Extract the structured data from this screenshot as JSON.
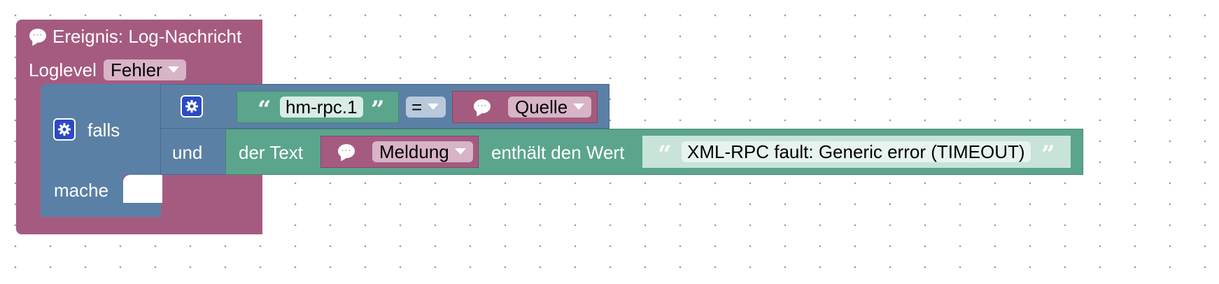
{
  "event": {
    "title": "Ereignis: Log-Nachricht",
    "loglevel_label": "Loglevel",
    "loglevel_value": "Fehler"
  },
  "if_block": {
    "falls": "falls",
    "mache": "mache"
  },
  "logic_and": {
    "und": "und"
  },
  "compare": {
    "string": "hm-rpc.1",
    "operator": "=",
    "source_dropdown": "Quelle"
  },
  "text_contains": {
    "der_text": "der Text",
    "field_dropdown": "Meldung",
    "contains_label": "enthält den Wert",
    "search_string": "XML-RPC fault: Generic error (TIMEOUT)"
  },
  "colors": {
    "event": "#a55b80",
    "logic": "#5b80a5",
    "text": "#5ba58c",
    "gear": "#2b4ac8"
  },
  "icons": {
    "event_icon": "speech-bubble-icon",
    "mutator": "gear-icon",
    "quote_open": "quote-open-icon",
    "quote_close": "quote-close-icon"
  }
}
